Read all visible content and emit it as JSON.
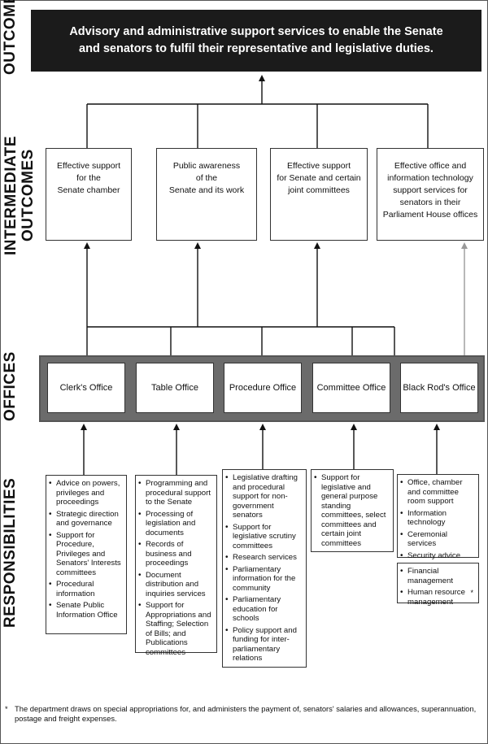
{
  "labels": {
    "outcome": "OUTCOME",
    "intermediate": "INTERMEDIATE OUTCOMES",
    "offices": "OFFICES",
    "responsibilities": "RESPONSIBILITIES"
  },
  "outcome_text": "Advisory and administrative support services to enable the Senate and senators to fulfil their representative and legislative duties.",
  "intermediate": [
    [
      "Effective support",
      "for the",
      "Senate chamber"
    ],
    [
      "Public awareness",
      "of the",
      "Senate and its work"
    ],
    [
      "Effective support",
      "for Senate and certain",
      "joint committees"
    ],
    [
      "Effective office and",
      "information technology",
      "support services for",
      "senators in their",
      "Parliament House offices"
    ]
  ],
  "offices": [
    "Clerk's Office",
    "Table Office",
    "Procedure Office",
    "Committee Office",
    "Black Rod's Office"
  ],
  "responsibilities": [
    [
      "Advice on powers, privileges and proceedings",
      "Strategic direction and governance",
      "Support for Procedure, Privileges and Senators' Interests committees",
      "Procedural information",
      "Senate Public Information Office"
    ],
    [
      "Programming and procedural support to the Senate",
      "Processing of legislation and documents",
      "Records of business and proceedings",
      "Document distribution and inquiries services",
      "Support for Appropriations and Staffing; Selection of Bills; and Publications committees"
    ],
    [
      "Legislative drafting and procedural support for non-government senators",
      "Support for legislative scrutiny committees",
      "Research services",
      "Parliamentary information for the community",
      "Parliamentary education for schools",
      "Policy support and funding for inter-parliamentary relations"
    ],
    [
      "Support for legislative and general purpose standing committees, select committees and certain joint committees"
    ],
    [
      "Office, chamber and committee room support",
      "Information technology",
      "Ceremonial services",
      "Security advice"
    ]
  ],
  "responsibilities_special": [
    "Financial management",
    "Human resource management"
  ],
  "star_mark": "*",
  "footnote": {
    "mark": "*",
    "text": "The department draws on special appropriations for, and administers the payment of, senators' salaries and allowances, superannuation, postage and freight expenses."
  },
  "colors": {
    "outcome_bg": "#1b1b1b",
    "band": "#6b6b6b",
    "grey_arrow": "#999999"
  }
}
